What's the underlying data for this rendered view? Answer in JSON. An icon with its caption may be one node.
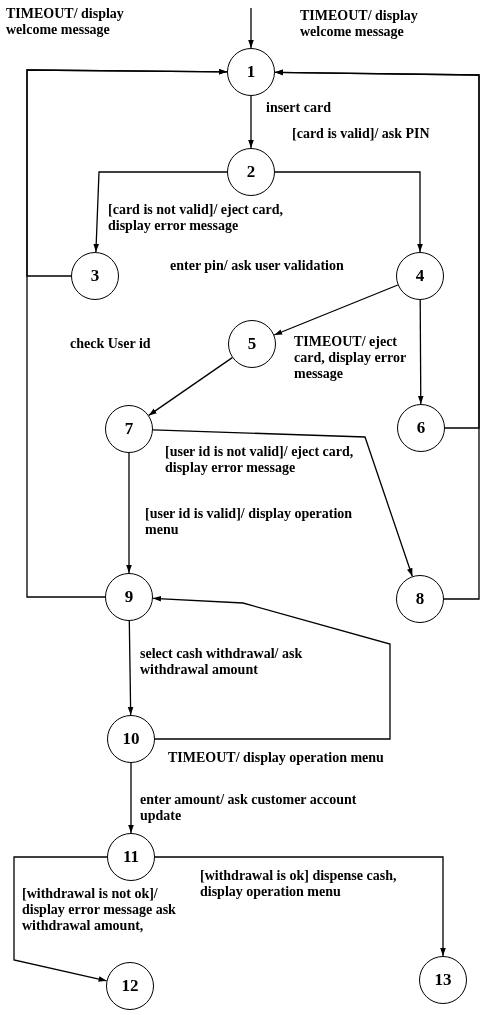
{
  "diagram": {
    "nodes": [
      {
        "text": [
          "1"
        ]
      },
      {
        "text": [
          "2"
        ]
      },
      {
        "text": [
          "3"
        ]
      },
      {
        "text": [
          "4"
        ]
      },
      {
        "text": [
          "5"
        ]
      },
      {
        "text": [
          "6"
        ]
      },
      {
        "text": [
          "7"
        ]
      },
      {
        "text": [
          "8"
        ]
      },
      {
        "text": [
          "9"
        ]
      },
      {
        "text": [
          "10"
        ]
      },
      {
        "text": [
          "11"
        ]
      },
      {
        "text": [
          "12"
        ]
      },
      {
        "text": [
          "13"
        ]
      }
    ],
    "edges": [
      {
        "from": null,
        "to": 0,
        "arrow": "to"
      },
      {
        "from": 2,
        "to": 0,
        "arrow": "to",
        "label": "TIMEOUT/ display welcome message"
      },
      {
        "from": 8,
        "to": 0,
        "arrow": "to"
      },
      {
        "from": 5,
        "to": 0,
        "arrow": "to",
        "label": "TIMEOUT/ display welcome message"
      },
      {
        "from": 7,
        "to": 0,
        "arrow": "to"
      },
      {
        "from": 0,
        "to": 1,
        "arrow": "to",
        "label": "insert card"
      },
      {
        "from": 1,
        "to": 2,
        "arrow": "to",
        "label": "[card is not valid]/ eject card, display error message"
      },
      {
        "from": 1,
        "to": 3,
        "arrow": "to",
        "label": "[card is valid]/ ask PIN"
      },
      {
        "from": 3,
        "to": 4,
        "arrow": "to",
        "label": "enter pin/ ask user validation"
      },
      {
        "from": 3,
        "to": 5,
        "arrow": "to",
        "label": "TIMEOUT/ eject card, display error message"
      },
      {
        "from": 4,
        "to": 6,
        "arrow": "to",
        "label": "check User id"
      },
      {
        "from": 6,
        "to": 7,
        "arrow": "to",
        "label": "[user id is not valid]/ eject card, display error message"
      },
      {
        "from": 6,
        "to": 8,
        "arrow": "to",
        "label": "[user id is valid]/ display operation menu"
      },
      {
        "from": 8,
        "to": 9,
        "arrow": "to",
        "label": "select cash withdrawal/ ask withdrawal amount"
      },
      {
        "from": 9,
        "to": 8,
        "arrow": "to",
        "label": "TIMEOUT/ display operation menu"
      },
      {
        "from": 9,
        "to": 10,
        "arrow": "to",
        "label": "enter amount/ ask customer account update"
      },
      {
        "from": 10,
        "to": 11,
        "arrow": "to",
        "label": "[withdrawal is not ok]/ display error message ask withdrawal amount,"
      },
      {
        "from": 10,
        "to": 12,
        "arrow": "to",
        "label": "[withdrawal is ok] dispense cash, display operation menu"
      }
    ]
  }
}
